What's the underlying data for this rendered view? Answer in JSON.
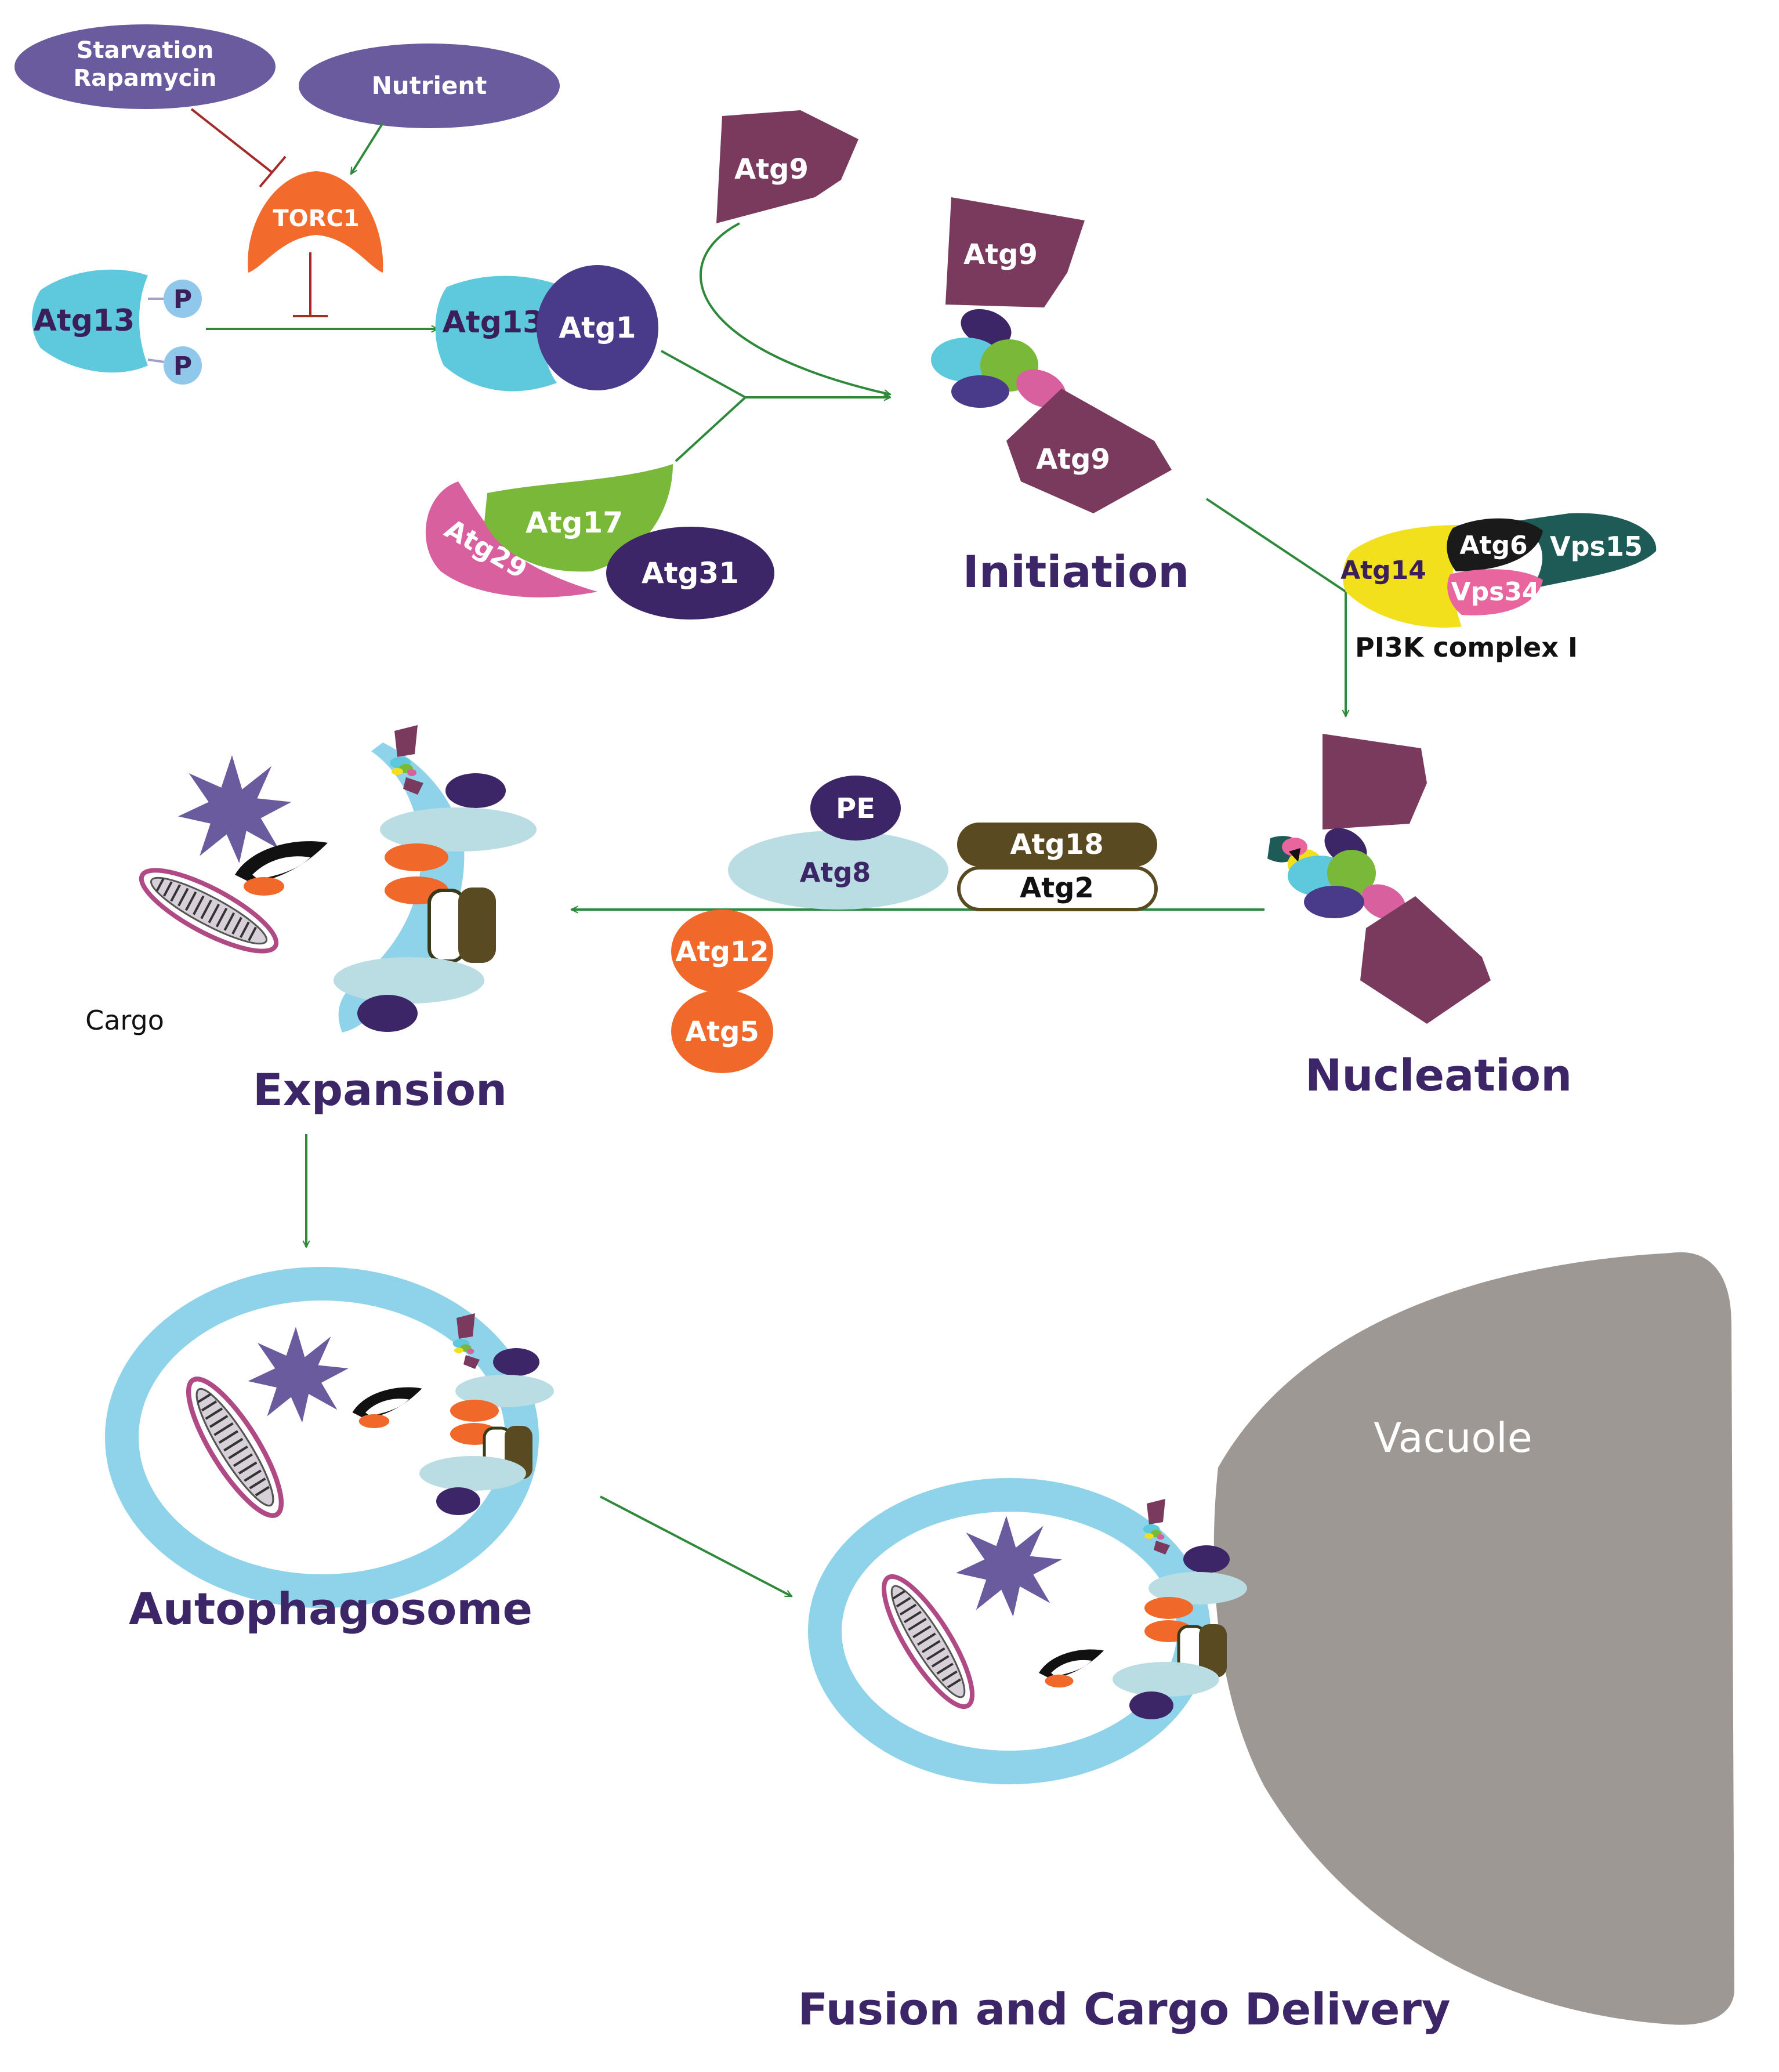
{
  "signals": {
    "starvation_line1": "Starvation",
    "starvation_line2": "Rapamycin",
    "nutrient": "Nutrient",
    "torc1": "TORC1"
  },
  "proteins": {
    "atg13": "Atg13",
    "phospho": "P",
    "atg1": "Atg1",
    "atg9": "Atg9",
    "atg17": "Atg17",
    "atg29": "Atg29",
    "atg31": "Atg31",
    "atg14": "Atg14",
    "atg6": "Atg6",
    "vps15": "Vps15",
    "vps34": "Vps34",
    "pi3k_complex": "PI3K complex I",
    "pe": "PE",
    "atg8": "Atg8",
    "atg18": "Atg18",
    "atg2": "Atg2",
    "atg12": "Atg12",
    "atg5": "Atg5",
    "cargo": "Cargo",
    "vacuole": "Vacuole"
  },
  "stages": {
    "initiation": "Initiation",
    "nucleation": "Nucleation",
    "expansion": "Expansion",
    "autophagosome": "Autophagosome",
    "fusion": "Fusion and Cargo Delivery"
  },
  "colors": {
    "purple_signal": "#6a5b9e",
    "torc1": "#f26a2c",
    "atg13": "#5ec8dc",
    "atg1": "#4a3a8a",
    "atg9": "#7a3a5e",
    "atg17": "#7ab83a",
    "atg29": "#d9609e",
    "atg31": "#3d2668",
    "atg14": "#f3e01c",
    "atg6": "#1a1a1a",
    "vps15": "#1e5b56",
    "vps34": "#e8659e",
    "atg8": "#b9dde3",
    "atg18": "#5a4a22",
    "atg12_atg5": "#f0692a",
    "membrane": "#8fd3ea",
    "vacuole": "#9e9894",
    "arrow": "#2e8a3a",
    "inhibit": "#a52a2a",
    "stage_title": "#3d2668"
  }
}
